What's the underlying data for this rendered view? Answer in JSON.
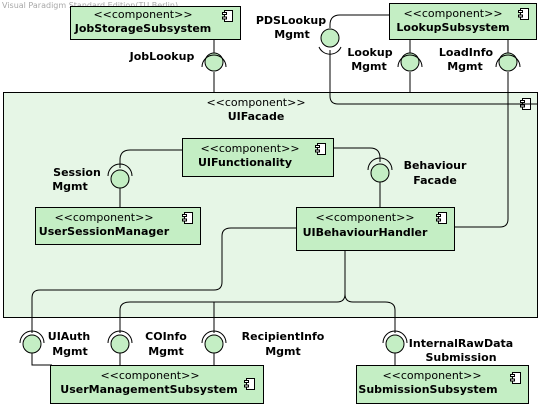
{
  "watermark": "Visual Paradigm Standard Edition(TU Berlin)",
  "stereotype": "<<component>>",
  "components": {
    "job_storage": "JobStorageSubsystem",
    "lookup": "LookupSubsystem",
    "ui_facade": "UIFacade",
    "ui_functionality": "UIFunctionality",
    "user_session_manager": "UserSessionManager",
    "ui_behaviour_handler": "UIBehaviourHandler",
    "user_management": "UserManagementSubsystem",
    "submission": "SubmissionSubsystem"
  },
  "interfaces": {
    "pds_lookup_mgmt": [
      "PDSLookup",
      "Mgmt"
    ],
    "job_lookup": [
      "JobLookup"
    ],
    "lookup_mgmt": [
      "Lookup",
      "Mgmt"
    ],
    "load_info_mgmt": [
      "LoadInfo",
      "Mgmt"
    ],
    "session_mgmt": [
      "Session",
      "Mgmt"
    ],
    "behaviour_facade": [
      "Behaviour",
      "Facade"
    ],
    "ui_auth_mgmt": [
      "UIAuth",
      "Mgmt"
    ],
    "coinfo_mgmt": [
      "COInfo",
      "Mgmt"
    ],
    "recipient_info_mgmt": [
      "RecipientInfo",
      "Mgmt"
    ],
    "internal_raw_data_submission": [
      "InternalRawData",
      "Submission"
    ]
  },
  "colors": {
    "component_fill": "#c4eec4",
    "facade_fill": "#e6f6e6",
    "outline": "#000000",
    "watermark": "#a8a8a8"
  },
  "icons": [
    "component-icon",
    "provided-interface-lollipop-icon",
    "required-interface-socket-icon"
  ]
}
